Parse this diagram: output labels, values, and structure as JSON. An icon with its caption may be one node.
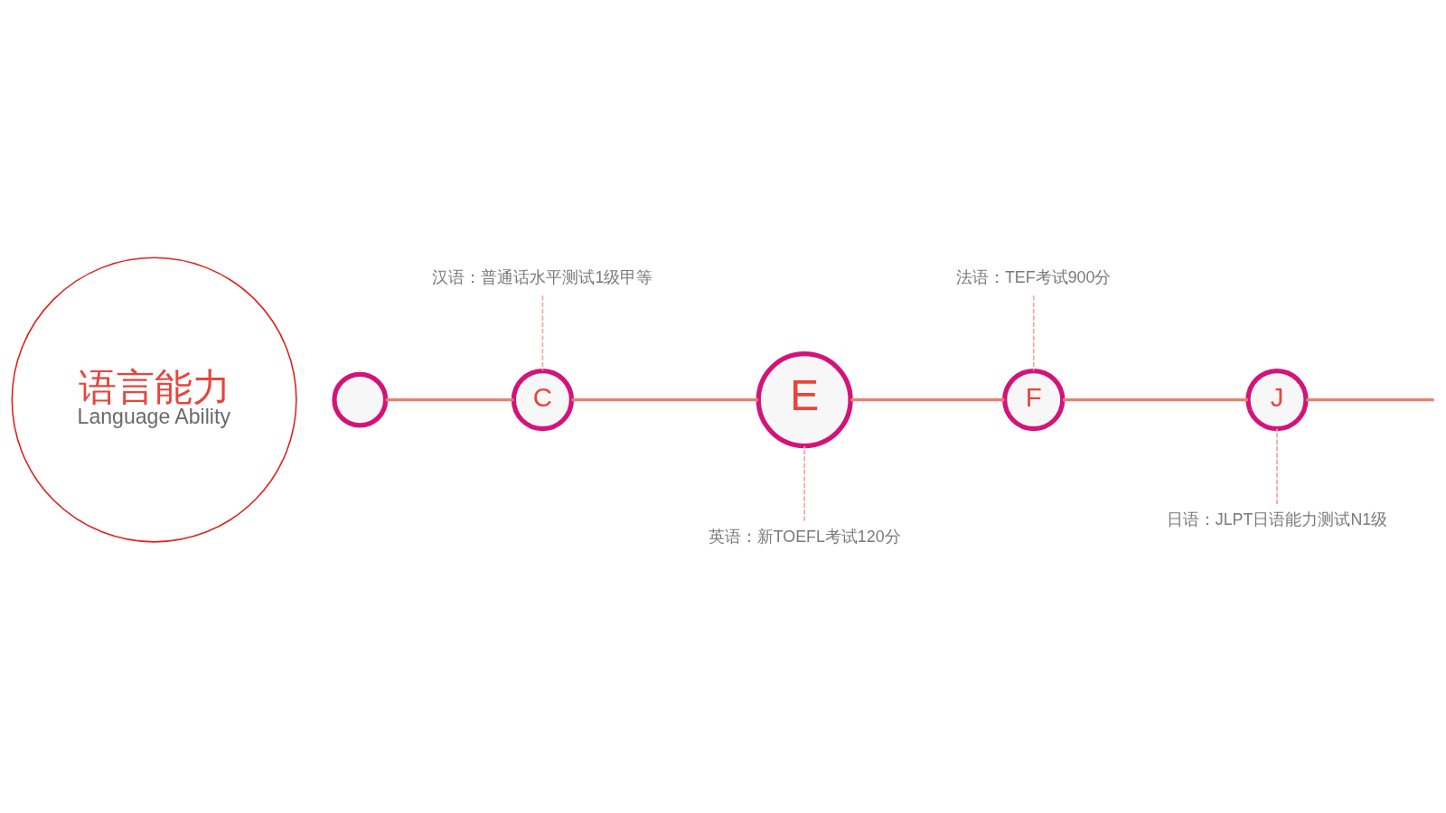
{
  "diagram": {
    "nodes": [
      {
        "text": [
          "语言能力",
          "Language Ability"
        ]
      },
      {
        "text": [],
        "shape": "circle"
      },
      {
        "text": [
          "C"
        ]
      },
      {
        "text": [
          "E"
        ]
      },
      {
        "text": [
          "F"
        ]
      },
      {
        "text": [
          "J"
        ]
      },
      {
        "text": [
          "汉语：普通话水平测试1级甲等"
        ]
      },
      {
        "text": [
          "英语：新TOEFL考试120分"
        ]
      },
      {
        "text": [
          "法语：TEF考试900分"
        ]
      },
      {
        "text": [
          "日语：JLPT日语能力测试N1级"
        ]
      }
    ],
    "edges": [
      {
        "from": 1,
        "to": 2,
        "arrow": "none"
      },
      {
        "from": 2,
        "to": 3,
        "arrow": "none"
      },
      {
        "from": 3,
        "to": 4,
        "arrow": "none"
      },
      {
        "from": 4,
        "to": 5,
        "arrow": "none"
      },
      {
        "from": 5,
        "to": null,
        "arrow": "none"
      },
      {
        "from": 6,
        "to": 2,
        "arrow": "none",
        "style": "dashed",
        "color": "#f4a4a0"
      },
      {
        "from": 7,
        "to": 3,
        "arrow": "none",
        "style": "dashed",
        "color": "#f4a4a0"
      },
      {
        "from": 8,
        "to": 4,
        "arrow": "none",
        "style": "dashed",
        "color": "#f4a4a0"
      },
      {
        "from": 9,
        "to": 5,
        "arrow": "none",
        "style": "dashed",
        "color": "#f4a4a0"
      }
    ]
  }
}
